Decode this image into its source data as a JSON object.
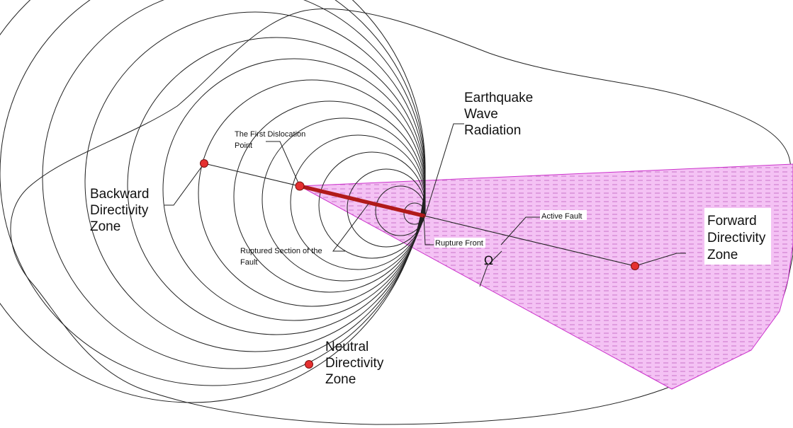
{
  "labels": {
    "earthquake_wave_radiation": [
      "Earthquake",
      "Wave",
      "Radiation"
    ],
    "first_dislocation_point": [
      "The First Dislocation",
      "Point"
    ],
    "backward_directivity_zone": [
      "Backward",
      "Directivity",
      "Zone"
    ],
    "forward_directivity_zone": [
      "Forward",
      "Directivity",
      "Zone"
    ],
    "neutral_directivity_zone": [
      "Neutral",
      "Directivity",
      "Zone"
    ],
    "active_fault": "Active Fault",
    "rupture_front": "Rupture Front",
    "ruptured_section": [
      "Ruptured Section of the",
      "Fault"
    ],
    "omega": "Ω"
  },
  "colors": {
    "forward_zone_fill": "#f4c2f4",
    "forward_zone_stroke": "#cc33cc",
    "hatch": "#c060c0",
    "ruptured_fault": "#b11a1a",
    "marker": "#e53030",
    "line": "#222222"
  }
}
